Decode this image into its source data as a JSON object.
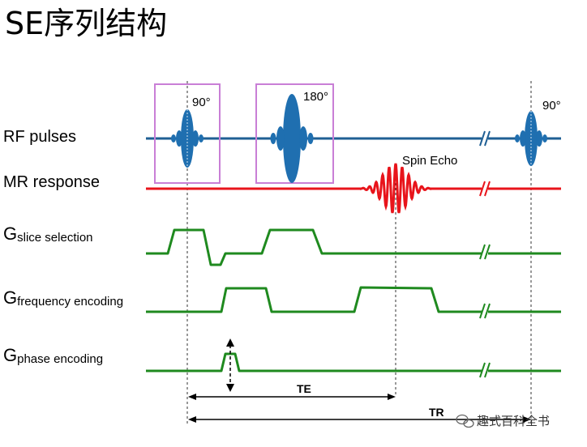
{
  "title": "SE序列结构",
  "rows": {
    "rf": "RF pulses",
    "mr": "MR response",
    "slice": {
      "main": "G",
      "sub": "slice selection"
    },
    "freq": {
      "main": "G",
      "sub": "frequency encoding"
    },
    "phase": {
      "main": "G",
      "sub": "phase encoding"
    }
  },
  "pulses": {
    "p1": "90°",
    "p2": "180°",
    "p3": "90°"
  },
  "echo_label": "Spin Echo",
  "intervals": {
    "te": "TE",
    "tr": "TR"
  },
  "watermark": "趣式百科全书",
  "colors": {
    "rf": "#1f5f94",
    "pulse": "#1f6fb0",
    "mr": "#e8141b",
    "gradient": "#1f8a1f",
    "box": "#c97fd6"
  }
}
